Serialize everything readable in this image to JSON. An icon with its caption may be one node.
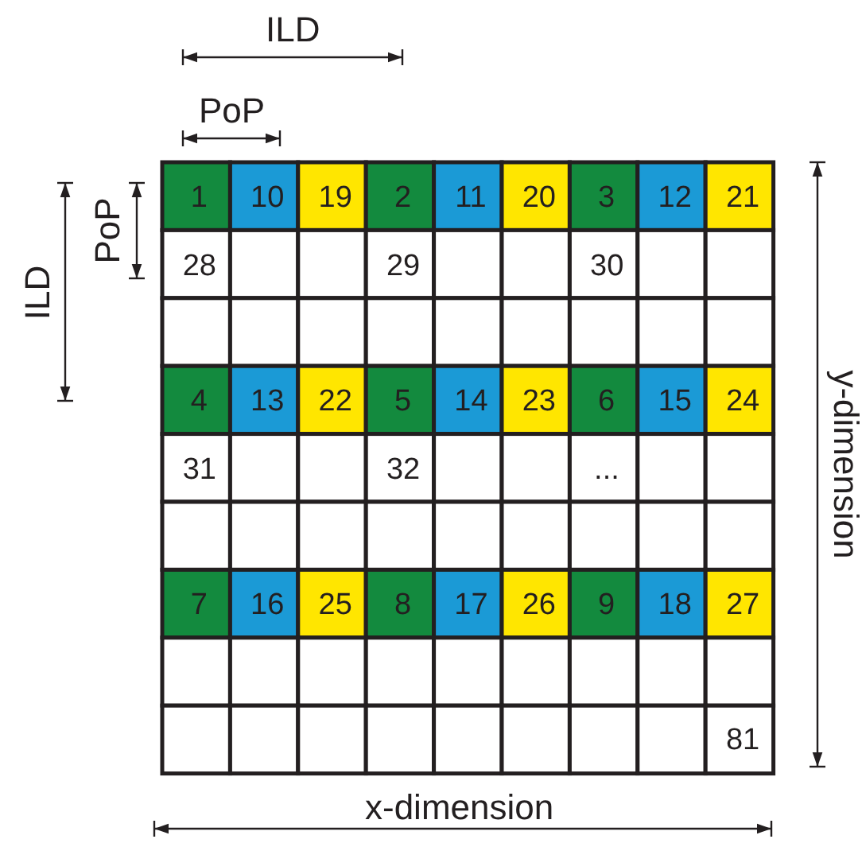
{
  "diagram": {
    "labels": [
      "ILD",
      "PoP",
      "ILD",
      "PoP",
      "1",
      "10",
      "19",
      "2",
      "11",
      "20",
      "3",
      "12",
      "21",
      "28",
      "29",
      "30",
      "4",
      "13",
      "22",
      "5",
      "14",
      "23",
      "6",
      "15",
      "24",
      "31",
      "32",
      "...",
      "7",
      "16",
      "25",
      "8",
      "17",
      "26",
      "9",
      "18",
      "27",
      "81",
      "y-dimension",
      "x-dimension"
    ]
  }
}
